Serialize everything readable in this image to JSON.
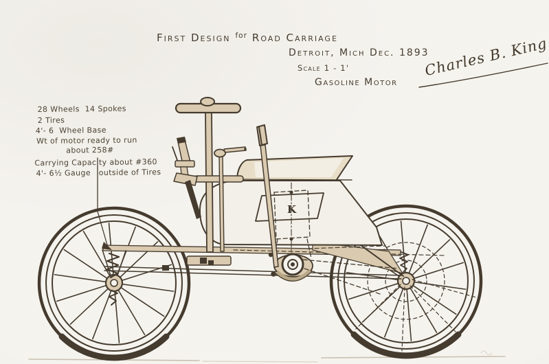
{
  "header": {
    "title_main": "First Design",
    "title_for": "for",
    "title_rest": "Road Carriage",
    "location_date": "Detroit, Mich Dec. 1893",
    "scale": "Scale 1 - 1'",
    "engine_type": "Gasoline Motor",
    "signature": "Charles B. King"
  },
  "specs": {
    "lines": [
      "28 Wheels  14 Spokes",
      "2 Tires",
      "4'- 6  Wheel Base",
      "Wt of motor ready to run",
      "about 258#",
      "Carrying Capacity about #360",
      "4'- 6½ Gauge   outside of Tires"
    ]
  },
  "drawing": {
    "body_mark": "K",
    "subject": "single-seat gasoline road carriage, side elevation, two wire wheels, tiller steering"
  },
  "colors": {
    "ink": "#453b2e",
    "paper": "#f5f3ee",
    "tan_fill": "#d9cab0",
    "tire": "#3c332a",
    "faint_ground": "#c8c0b0"
  }
}
